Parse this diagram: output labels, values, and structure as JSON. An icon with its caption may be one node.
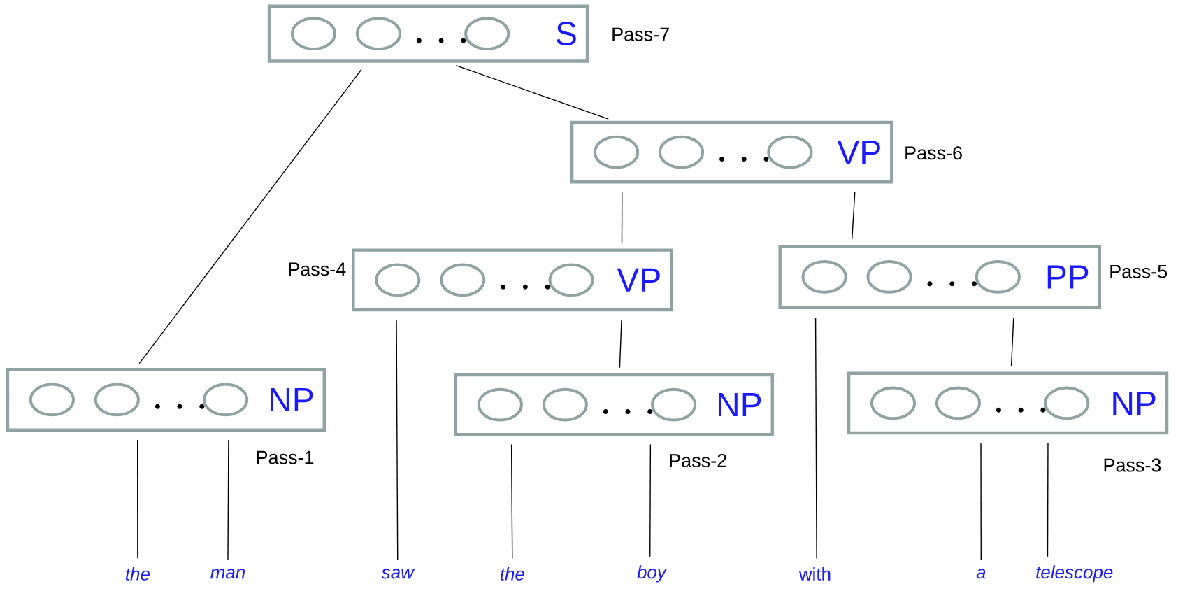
{
  "diagram": {
    "nodes": [
      {
        "text": [
          "S"
        ],
        "beside": [
          "Pass-7"
        ]
      },
      {
        "text": [
          "VP"
        ],
        "beside": [
          "Pass-6"
        ]
      },
      {
        "text": [
          "VP"
        ],
        "beside": [
          "Pass-4"
        ]
      },
      {
        "text": [
          "PP"
        ],
        "beside": [
          "Pass-5"
        ]
      },
      {
        "text": [
          "NP"
        ],
        "beside": [
          "Pass-1"
        ]
      },
      {
        "text": [
          "NP"
        ],
        "beside": [
          "Pass-2"
        ]
      },
      {
        "text": [
          "NP"
        ],
        "beside": [
          "Pass-3"
        ]
      },
      {
        "text": [
          "the"
        ]
      },
      {
        "text": [
          "man"
        ]
      },
      {
        "text": [
          "saw"
        ]
      },
      {
        "text": [
          "the"
        ]
      },
      {
        "text": [
          "boy"
        ]
      },
      {
        "text": [
          "with"
        ]
      },
      {
        "text": [
          "a"
        ]
      },
      {
        "text": [
          "telescope"
        ]
      }
    ],
    "edges": [
      {
        "from": 0,
        "to": 1,
        "arrow": "none"
      },
      {
        "from": 0,
        "to": 4,
        "arrow": "none"
      },
      {
        "from": 1,
        "to": 2,
        "arrow": "none"
      },
      {
        "from": 1,
        "to": 3,
        "arrow": "none"
      },
      {
        "from": 2,
        "to": 9,
        "arrow": "none"
      },
      {
        "from": 2,
        "to": 5,
        "arrow": "none"
      },
      {
        "from": 3,
        "to": 12,
        "arrow": "none"
      },
      {
        "from": 3,
        "to": 6,
        "arrow": "none"
      },
      {
        "from": 4,
        "to": 7,
        "arrow": "none"
      },
      {
        "from": 4,
        "to": 8,
        "arrow": "none"
      },
      {
        "from": 5,
        "to": 10,
        "arrow": "none"
      },
      {
        "from": 5,
        "to": 11,
        "arrow": "none"
      },
      {
        "from": 6,
        "to": 13,
        "arrow": "none"
      },
      {
        "from": 6,
        "to": 14,
        "arrow": "none"
      }
    ]
  }
}
